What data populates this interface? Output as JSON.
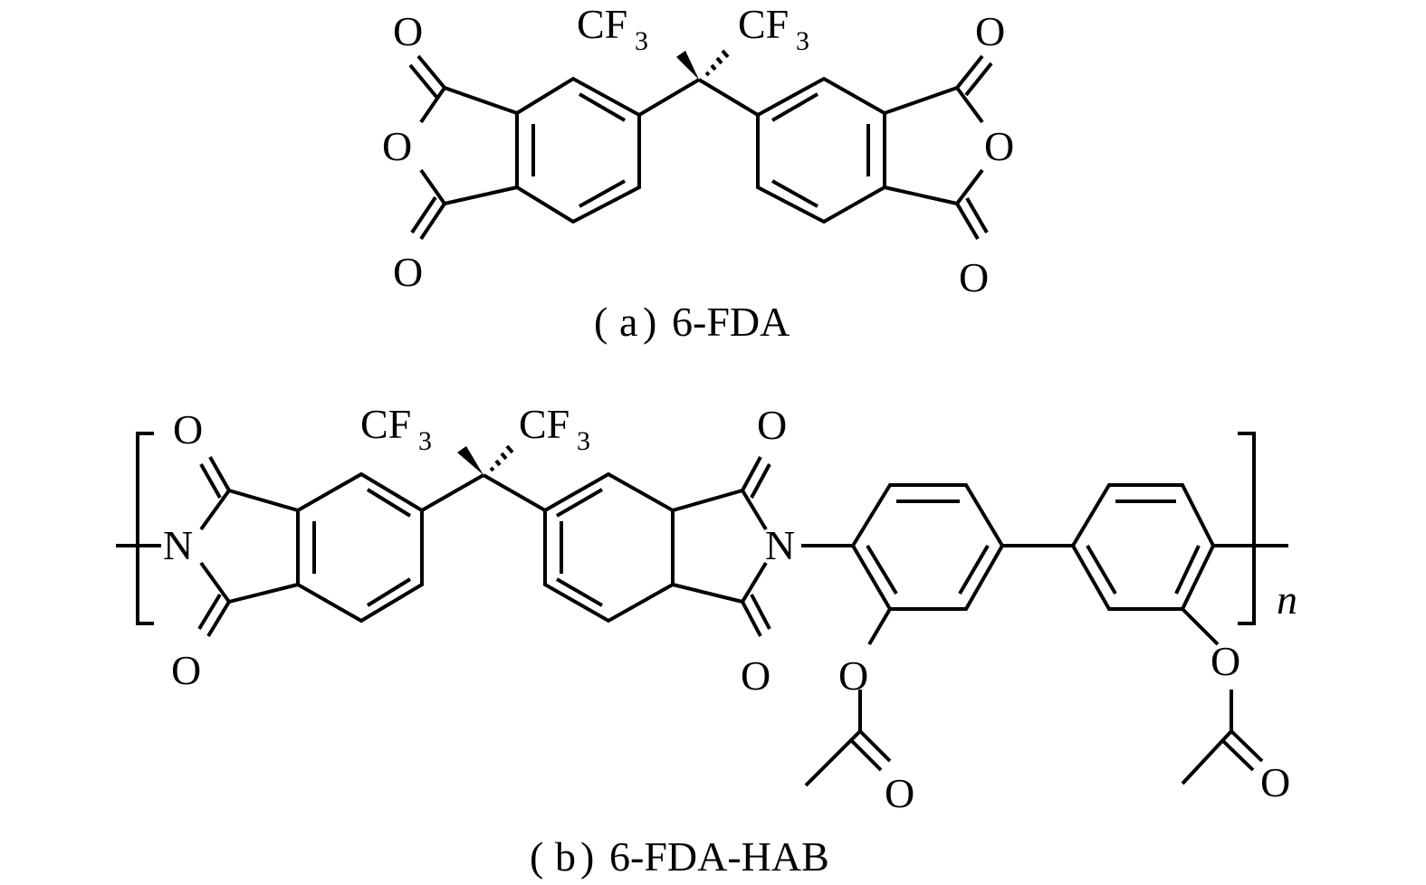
{
  "figure_a": {
    "caption_open": "(",
    "caption_letter": "a",
    "caption_close": ")",
    "caption_name": "6-FDA",
    "atom_O": "O",
    "atom_CF": "CF",
    "atom_sub3": "3"
  },
  "figure_b": {
    "caption_open": "(",
    "caption_letter": "b",
    "caption_close": ")",
    "caption_name": "6-FDA-HAB",
    "atom_O": "O",
    "atom_N": "N",
    "atom_CF": "CF",
    "atom_sub3": "3",
    "repeat_n": "n"
  }
}
